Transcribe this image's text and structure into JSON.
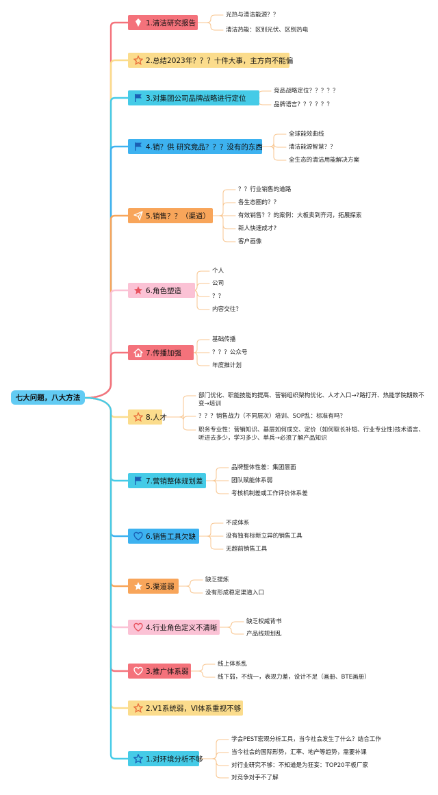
{
  "root": {
    "label": "七大问题，八大方法"
  },
  "colors": {
    "red": "#f4727b",
    "yellow": "#fbdc8c",
    "cyan": "#45cbe7",
    "blue": "#3db2f0",
    "orange": "#f8a55a",
    "pink": "#fbc2d5",
    "trunk": "#4bc7e8"
  },
  "branches": [
    {
      "label": "1.清洁研究报告",
      "color": "red",
      "icon": "gem-icon",
      "children": [
        "光热与清洁能源？？",
        "清洁热能：区别光伏、区别热电"
      ]
    },
    {
      "label": "2.总结2023年？？？十件大事，主方向不能偏",
      "color": "yellow",
      "icon": "star-outline-icon",
      "children": []
    },
    {
      "label": "3.对集团公司品牌战略进行定位",
      "color": "cyan",
      "icon": "flag-icon",
      "children": [
        "竞品战略定位？？？？？",
        "品牌语言？？？？？？"
      ]
    },
    {
      "label": "4.销？供 研究竞品？？？没有的东西",
      "color": "blue",
      "icon": "flag-icon",
      "children": [
        "全球能效曲线",
        "清洁能源智慧？？",
        "全生态的清洁用能解决方案"
      ]
    },
    {
      "label": "5.销售？？（渠道）",
      "color": "orange",
      "icon": "paper-plane-icon",
      "children": [
        "？？行业销售的道路",
        "各生态圈的？？",
        "有效销售？？的案例：大板卖到齐河，拓展探索",
        "新人快速成才?",
        "客户画像"
      ]
    },
    {
      "label": "6.角色塑造",
      "color": "pink",
      "icon": "star-filled-icon",
      "children": [
        "个人",
        "公司",
        "？？",
        "内容交往？"
      ]
    },
    {
      "label": "7.传播加强",
      "color": "red",
      "icon": "home-icon",
      "children": [
        "基础传播",
        "？？？公众号",
        "年度推计划"
      ]
    },
    {
      "label": "8.人才",
      "color": "yellow",
      "icon": "star-outline-icon",
      "children": [
        "部门优化、职能技能的提高、营销组织架构优化、人才入口→?路打开、热能学院期数不变→培训",
        "？？？销售战力（不同层次）培训、SOP乱：标准有吗？",
        "职务专业性：营销知识、基层如何成交、定价（如何取长补短、行业专业性)技术语言、听进去多少，学习多少、单兵→必须了解产品知识"
      ]
    },
    {
      "label": "7.营销整体规划差",
      "color": "cyan",
      "icon": "flag-icon",
      "children": [
        "品牌整体性差：集团层面",
        "团队赋能体系弱",
        "考核机制差或工作评价体系差"
      ]
    },
    {
      "label": "6.销售工具欠缺",
      "color": "blue",
      "icon": "heart-icon",
      "children": [
        "不成体系",
        "没有独有标新立异的销售工具",
        "无超前销售工具"
      ]
    },
    {
      "label": "5.渠道弱",
      "color": "orange",
      "icon": "star-filled-icon",
      "children": [
        "缺乏提炼",
        "没有形成稳定渠道入口"
      ]
    },
    {
      "label": "4.行业角色定义不清晰",
      "color": "pink",
      "icon": "heart-icon",
      "children": [
        "缺乏权威背书",
        "产品线规划乱"
      ]
    },
    {
      "label": "3.推广体系弱",
      "color": "red",
      "icon": "heart-icon",
      "children": [
        "线上体系乱",
        "线下弱，不统一，表现力差，设计不足（画册、BTE画册）"
      ]
    },
    {
      "label": "2.V1系统弱，VI体系重视不够",
      "color": "yellow",
      "icon": "star-outline-icon",
      "children": []
    },
    {
      "label": "1.对环境分析不够",
      "color": "cyan",
      "icon": "star-outline-icon",
      "children": [
        "学会PEST宏观分析工具，当今社会发生了什么？结合工作",
        "当今社会的国际形势，汇率、地产等趋势，需要补课",
        "对行业研究不够：不知道是为狂妄：TOP20平板厂家",
        "对竞争对手不了解"
      ]
    }
  ]
}
